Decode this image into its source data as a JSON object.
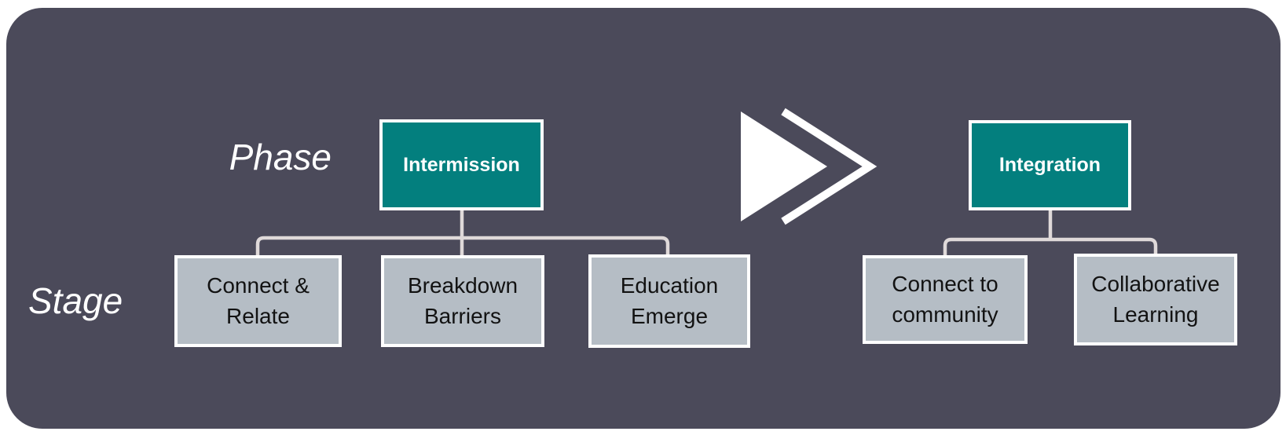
{
  "diagram": {
    "row_labels": {
      "phase": "Phase",
      "stage": "Stage"
    },
    "trees": [
      {
        "phase": "Intermission",
        "stages": [
          {
            "label": "Connect & Relate",
            "lines": [
              "Connect &",
              "Relate"
            ]
          },
          {
            "label": "Breakdown Barriers",
            "lines": [
              "Breakdown",
              "Barriers"
            ]
          },
          {
            "label": "Education Emerge",
            "lines": [
              "Education",
              "Emerge"
            ]
          }
        ]
      },
      {
        "phase": "Integration",
        "stages": [
          {
            "label": "Connect to community",
            "lines": [
              "Connect to",
              "community"
            ]
          },
          {
            "label": "Collaborative Learning",
            "lines": [
              "Collaborative",
              "Learning"
            ]
          }
        ]
      }
    ],
    "arrow_icon": "fast-forward-double-chevron-right"
  },
  "colors": {
    "page_bg": "#ffffff",
    "panel_bg": "#4B4A5A",
    "phase_box_fill": "#037F7E",
    "phase_box_text": "#FFFFFF",
    "stage_box_fill": "#B5BDC5",
    "stage_box_text": "#121212",
    "box_border": "#FFFFFF",
    "connector": "#DFD9D9",
    "row_label_text": "#FFFFFF",
    "arrow": "#FFFFFF"
  }
}
